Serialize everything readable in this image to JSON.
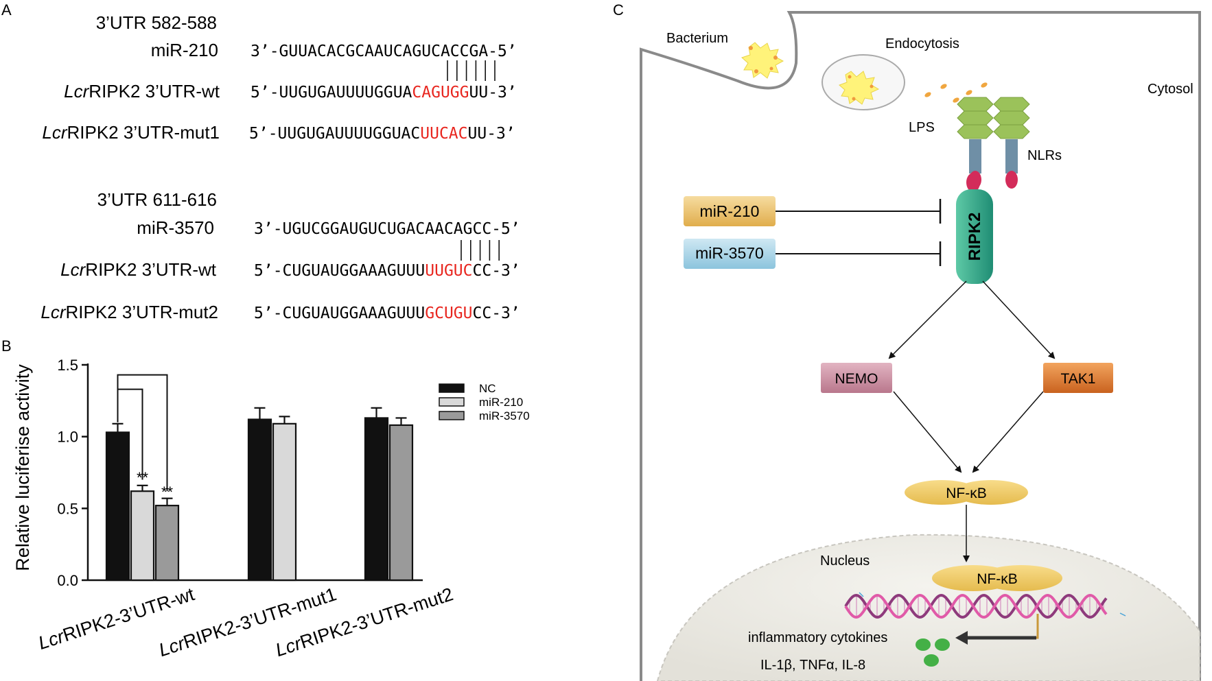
{
  "panel_a": {
    "label": "A",
    "groups": [
      {
        "site": "3’UTR 582-588",
        "mirna_label": "miR-210",
        "mirna_seq": "3’-GUUACACGCAAUCAGUCACCGA-5’",
        "rows": [
          {
            "name_italic": "Lcr",
            "name_rest": "RIPK2 3’UTR-wt",
            "prefix": "5’-UUGUGAUUUUGGUA",
            "highlight": "CAGUGG",
            "suffix": "UU-3’"
          },
          {
            "name_italic": "Lcr",
            "name_rest": "RIPK2 3’UTR-mut1",
            "prefix": "5’-UUGUGAUUUUGGUAC",
            "highlight": "UUCAC",
            "suffix": "UU-3’"
          }
        ]
      },
      {
        "site": "3’UTR 611-616",
        "mirna_label": "miR-3570",
        "mirna_seq": "3’-UGUCGGAUGUCUGACAACAGCC-5’",
        "rows": [
          {
            "name_italic": "Lcr",
            "name_rest": "RIPK2 3’UTR-wt",
            "prefix": "5’-CUGUAUGGAAAGUUU",
            "highlight": "UUGUC",
            "suffix": "CC-3’"
          },
          {
            "name_italic": "Lcr",
            "name_rest": "RIPK2 3’UTR-mut2",
            "prefix": "5’-CUGUAUGGAAAGUUU",
            "highlight": "GCUGU",
            "suffix": "CC-3’"
          }
        ]
      }
    ]
  },
  "panel_b": {
    "label": "B",
    "significance": "**",
    "chart_data": {
      "type": "bar",
      "ylabel": "Relative luciferise activity",
      "xlabel": "",
      "ylim": [
        0,
        1.5
      ],
      "yticks": [
        "0.0",
        "0.5",
        "1.0",
        "1.5"
      ],
      "categories": [
        {
          "italic": "Lcr",
          "rest": "RIPK2-3’UTR-wt"
        },
        {
          "italic": "Lcr",
          "rest": "RIPK2-3’UTR-mut1"
        },
        {
          "italic": "Lcr",
          "rest": "RIPK2-3’UTR-mut2"
        }
      ],
      "series": [
        {
          "name": "NC",
          "color": "#111111",
          "values": [
            1.03,
            1.12,
            1.13
          ],
          "errors": [
            0.06,
            0.08,
            0.07
          ]
        },
        {
          "name": "miR-210",
          "color": "#d9d9d9",
          "values": [
            0.62,
            1.09,
            null
          ],
          "errors": [
            0.04,
            0.05,
            null
          ]
        },
        {
          "name": "miR-3570",
          "color": "#9a9a9a",
          "values": [
            0.52,
            null,
            1.08
          ],
          "errors": [
            0.05,
            null,
            0.05
          ]
        }
      ],
      "legend_position": "top-right"
    }
  },
  "panel_c": {
    "label": "C",
    "labels": {
      "bacterium": "Bacterium",
      "endocytosis": "Endocytosis",
      "cytosol": "Cytosol",
      "lps": "LPS",
      "nlrs": "NLRs",
      "ripk2": "RIPK2",
      "mir210": "miR-210",
      "mir3570": "miR-3570",
      "nemo": "NEMO",
      "tak1": "TAK1",
      "nfkb_cyto": "NF-κB",
      "nucleus": "Nucleus",
      "nfkb_nuc": "NF-κB",
      "cytokines": "inflammatory cytokines",
      "cytokine_list": "IL-1β,  TNFα,  IL-8"
    },
    "colors": {
      "mir210": "#e8bb63",
      "mir3570": "#a8d3e6",
      "ripk2": "#2fa58a",
      "nemo": "#c98a9e",
      "tak1": "#d9752c",
      "nfkb": "#f0cd6c",
      "receptor_head": "#9bc25a",
      "receptor_stalk": "#6f8fa6",
      "receptor_tip": "#d32c5a",
      "dna_a": "#e05aa8",
      "dna_b": "#8e3a7c",
      "cytokine": "#44b046",
      "sequence_highlight": "#e8261f"
    }
  }
}
